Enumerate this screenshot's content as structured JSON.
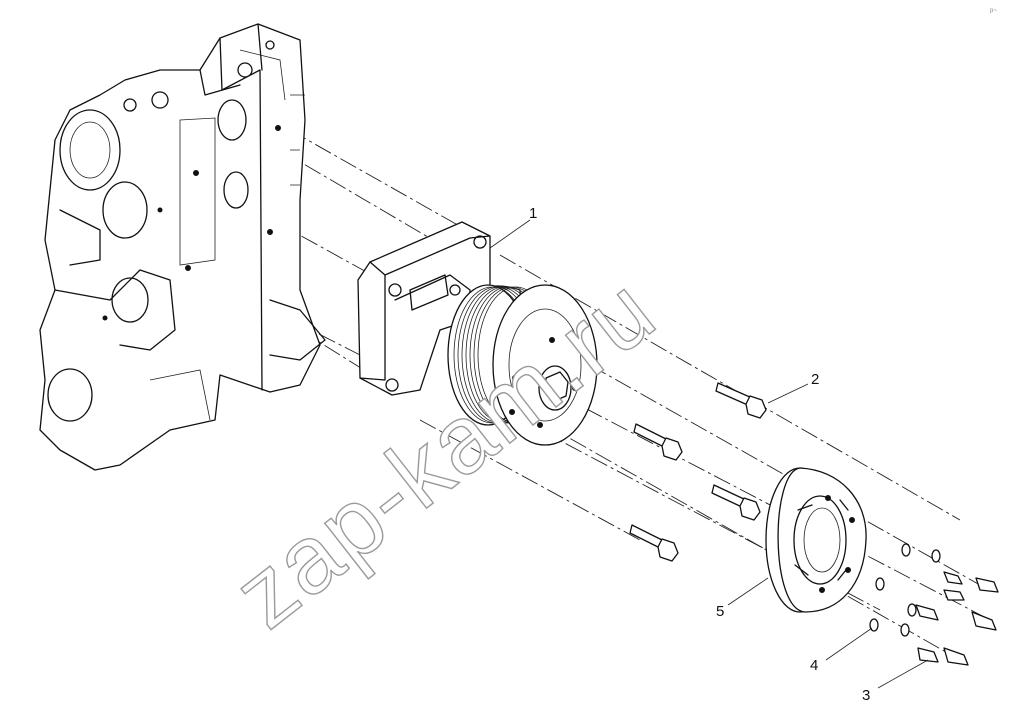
{
  "watermark": {
    "text": "zap-kam.ru"
  },
  "corner_mark": {
    "text": "p~"
  },
  "callouts": [
    {
      "id": "part-1",
      "label": "1"
    },
    {
      "id": "part-2",
      "label": "2"
    },
    {
      "id": "part-3",
      "label": "3"
    },
    {
      "id": "part-4",
      "label": "4"
    },
    {
      "id": "part-5",
      "label": "5"
    }
  ],
  "colors": {
    "line": "#111111",
    "watermark": "#9a9a9a",
    "background": "#ffffff"
  },
  "icons": [
    "engine-block-icon",
    "water-pump-icon",
    "pulley-hub-icon",
    "bolt-icon",
    "washer-icon"
  ]
}
